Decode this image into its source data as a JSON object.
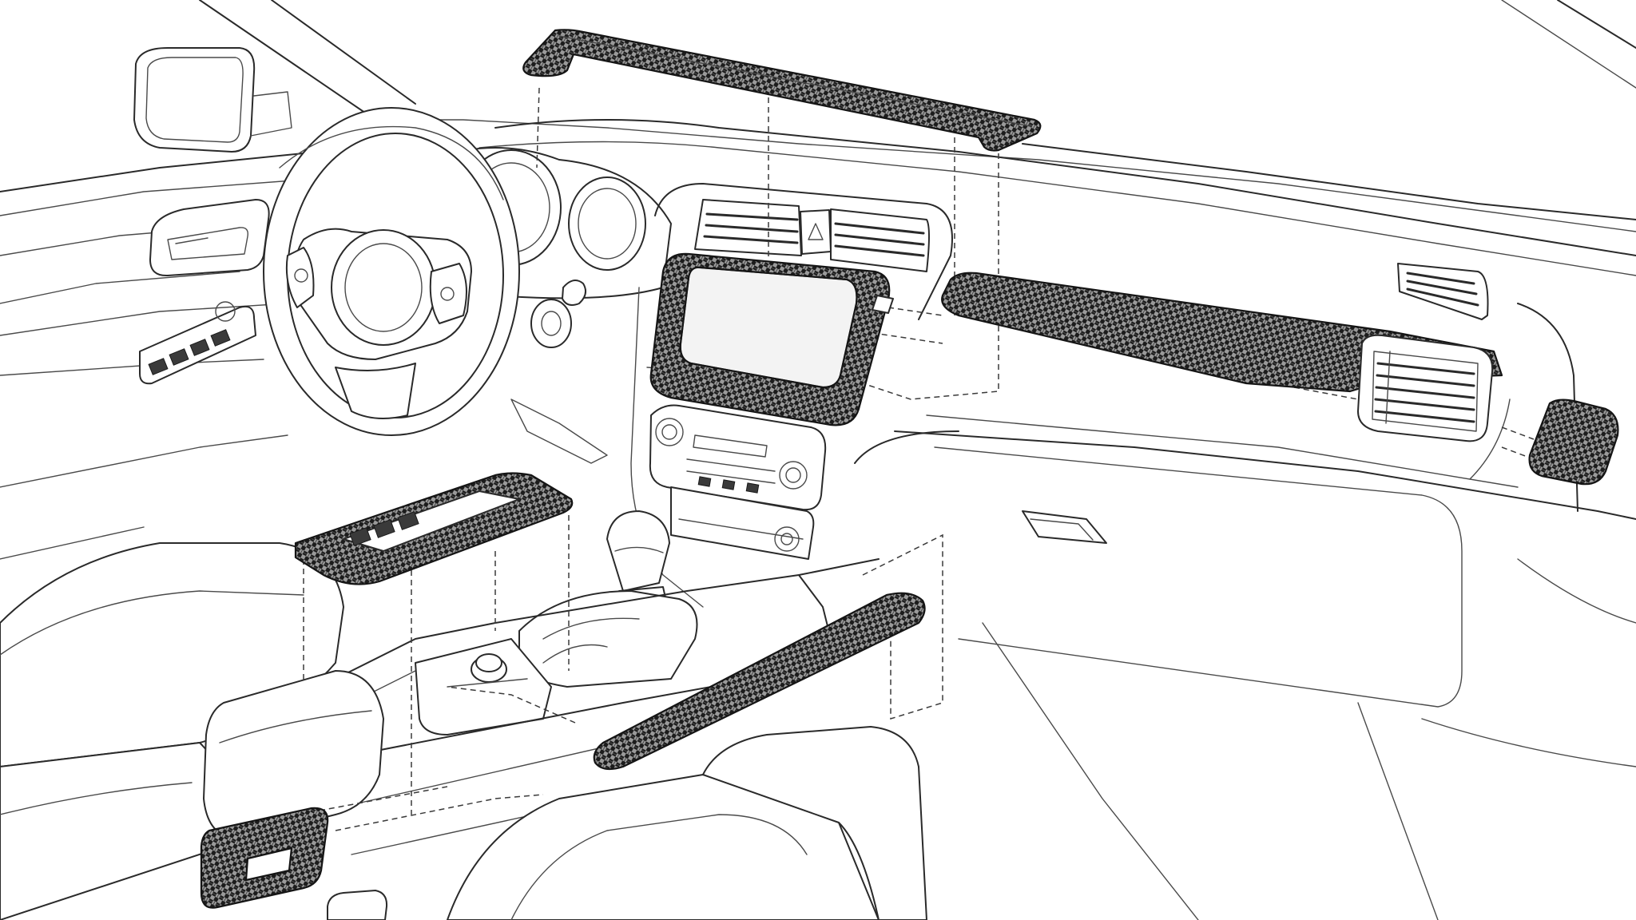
{
  "illustration": {
    "style": "line-art",
    "colors": {
      "line": "#2a2a2a",
      "background": "#ffffff",
      "carbon_dark": "#1c1c1c",
      "carbon_light": "#9a9a9a"
    }
  },
  "parts": [
    {
      "id": "top-dash-trim",
      "highlighted": true
    },
    {
      "id": "infotainment-screen-bezel",
      "highlighted": true
    },
    {
      "id": "passenger-dash-trim",
      "highlighted": true
    },
    {
      "id": "right-side-vent-cap",
      "highlighted": true
    },
    {
      "id": "window-switch-panel",
      "highlighted": true
    },
    {
      "id": "center-console-side-trim",
      "highlighted": true
    },
    {
      "id": "lower-door-panel-trim",
      "highlighted": true
    }
  ]
}
